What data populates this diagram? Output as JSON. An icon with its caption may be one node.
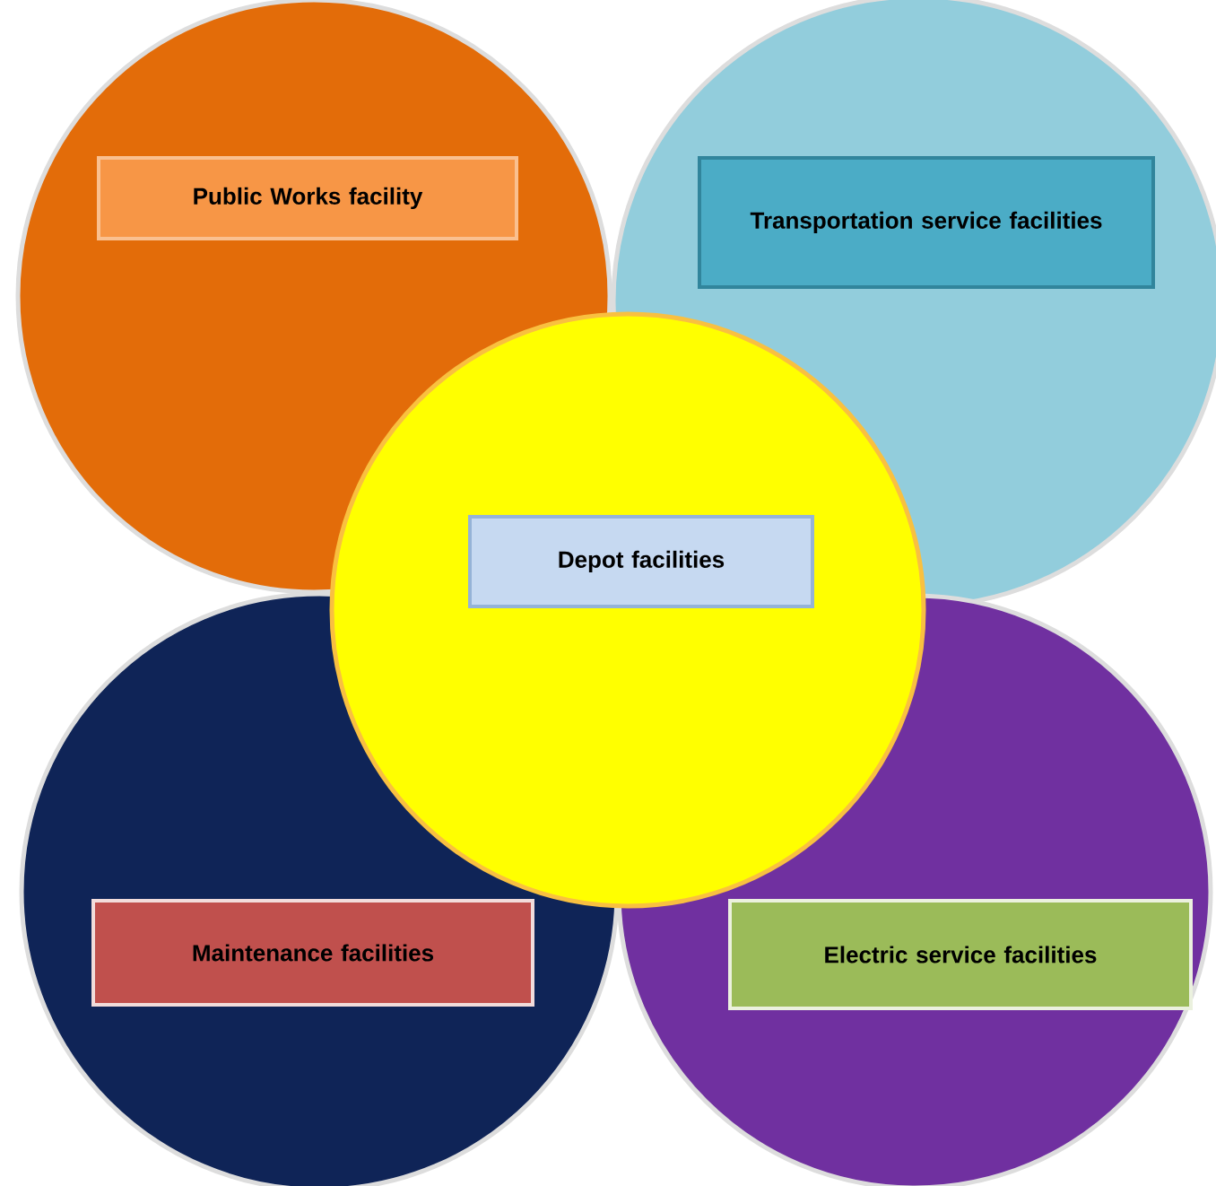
{
  "diagram": {
    "nodes": [
      {
        "text": [],
        "shape": "circle"
      },
      {
        "text": [
          "Public Works facility"
        ],
        "in": 0
      },
      {
        "text": [],
        "shape": "circle"
      },
      {
        "text": [
          "Transportation service facilities"
        ],
        "in": 2
      },
      {
        "text": [],
        "shape": "circle"
      },
      {
        "text": [
          "Depot facilities"
        ],
        "in": 4
      },
      {
        "text": [],
        "shape": "circle"
      },
      {
        "text": [
          "Maintenance facilities"
        ],
        "in": 6
      },
      {
        "text": [],
        "shape": "circle"
      },
      {
        "text": [
          "Electric service facilities"
        ],
        "in": 8
      }
    ]
  }
}
